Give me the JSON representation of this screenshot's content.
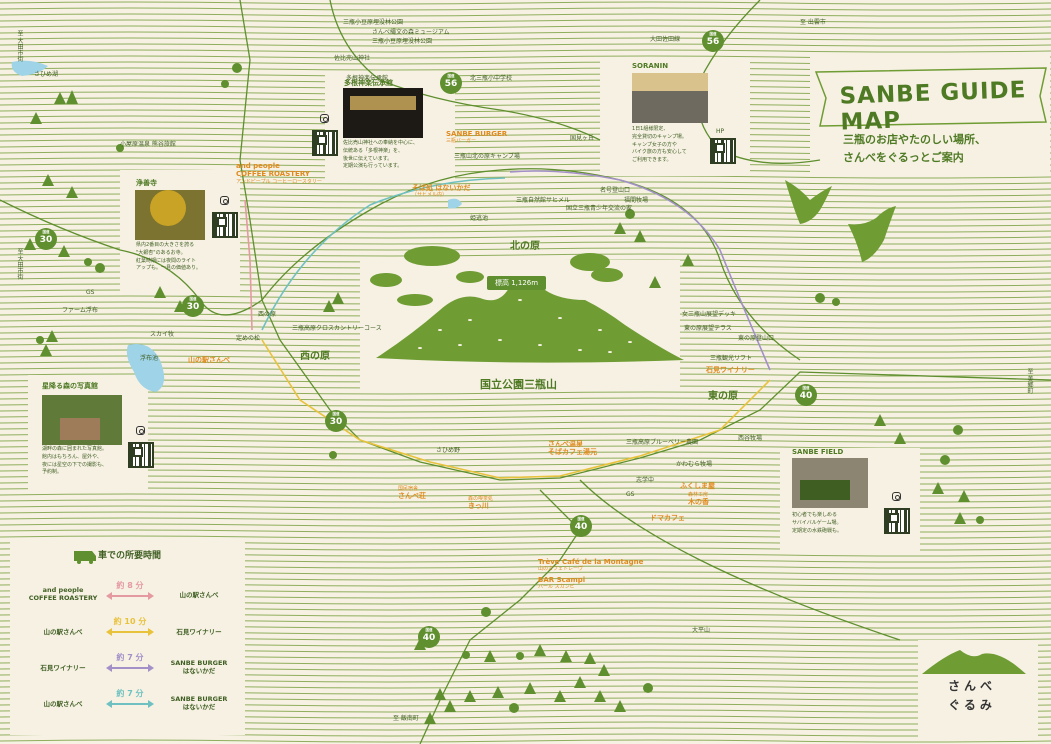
{
  "title": "SANBE GUIDE MAP",
  "subtitle": "三瓶のお店やたのしい場所、\nさんべをぐるっとご案内",
  "peak": {
    "label": "標高 1,126m"
  },
  "mountain_name": "国立公園三瓶山",
  "areas": {
    "north": "北の原",
    "west": "西の原",
    "east": "東の原"
  },
  "routes": [
    {
      "number": "56",
      "label": "大田佐田線"
    },
    {
      "number": "56",
      "label": ""
    },
    {
      "number": "30",
      "label": ""
    },
    {
      "number": "30",
      "label": ""
    },
    {
      "number": "30",
      "label": ""
    },
    {
      "number": "40",
      "label": ""
    },
    {
      "number": "40",
      "label": ""
    },
    {
      "number": "40",
      "label": ""
    }
  ],
  "directions": {
    "izumo": "至 出雲市",
    "oda_tl": "至 大田市街",
    "oda_l": "至 大田市街",
    "misato": "至 美郷町",
    "iinan": "至 飯南町"
  },
  "places": {
    "sanbe_burger": {
      "name": "SANBE BURGER",
      "sub": "三瓶バーガー"
    },
    "and_people": {
      "name": "and people\nCOFFEE ROASTERY",
      "sub": "アンドピープル コーヒーロースタリー"
    },
    "hanaikada": {
      "name": "そば処 はないかだ",
      "sub": "（サヒメル内）"
    },
    "michinoeki": {
      "name": "山の駅さんべ"
    },
    "iwami_winery": {
      "name": "石見ワイナリー"
    },
    "sanbe_onsen": {
      "name": "さんべ温泉\nそばカフェ湯元"
    },
    "fukushimaya": {
      "name": "ふくしま屋"
    },
    "kinoka": {
      "name": "木の香",
      "sub": "森林工房"
    },
    "domacafe": {
      "name": "ドマカフェ"
    },
    "kokorozashi": {
      "name": "さんべ荘",
      "sub": "国民宿舎"
    },
    "kissa": {
      "name": "きっ川",
      "sub": "森の喫茶処"
    },
    "treve": {
      "name": "Trève Café de la Montagne",
      "sub": "山のカフェトレーヴ"
    },
    "scampi": {
      "name": "BAR Scampi",
      "sub": "バール スカンピ"
    }
  },
  "landmarks": [
    "三瓶小豆原埋没林公園",
    "さんべ縄文の森ミュージアム",
    "三瓶小豆原埋没林公園",
    "三瓶山北の原キャンプ場",
    "三瓶自然館サヒメル",
    "国立三瓶青少年交流の家",
    "姫逃池",
    "名号登山口",
    "福間牧場",
    "西の原",
    "三瓶高原クロスカントリーコース",
    "定めの松",
    "東の原",
    "女三瓶山展望デッキ",
    "東の原展望テラス",
    "東の原登山口",
    "三瓶観光リフト",
    "三瓶高原ブルーベリー農園",
    "かわむら牧場",
    "西谷牧場",
    "大平山",
    "志学中",
    "GS",
    "ファーム浮布",
    "浮布池",
    "スカイ牧",
    "GS",
    "さひめ野",
    "多根神楽伝承館",
    "佐比売山神社",
    "三瓶小豆原埋没林公園",
    "小屋原温泉 熊谷旅館",
    "さひめ湖",
    "国見ヶ丘",
    "北三瓶小中学校"
  ],
  "photo_spots": [
    {
      "title": "多根神楽伝承館",
      "desc": "佐比売山神社への奉納を中心に、\n伝統ある「多根神楽」を、\n後世に伝えています。\n定期公演も行っています。"
    },
    {
      "title": "浄善寺",
      "desc": "県内2番目の大きさを誇る\n\"大銀杏\"のあるお寺。\n紅葉時期には夜間のライト\nアップも。一見の価値あり。"
    },
    {
      "title": "星降る森の写真館",
      "desc": "湖畔の森に囲まれた写真館。\n館内はもちろん、屋外や、\n夜には星空の下での撮影も、\n予約制。"
    },
    {
      "title": "SORANIN",
      "desc": "1日1組様限定、\n完全貸切のキャンプ場。\nキャンプ女子の方や\nバイク旅の方も安心して\nご利用できます。"
    },
    {
      "title": "SANBE FIELD",
      "desc": "初心者でも楽しめる\nサバイバルゲーム場。\n定期定の水鉄砲戦も。"
    }
  ],
  "hp_label": "HP",
  "legend": {
    "title": "車での所要時間",
    "rows": [
      {
        "from": "and people\nCOFFEE ROASTERY",
        "to": "山の駅さんべ",
        "time": "約 8 分",
        "color": "#e59aa2"
      },
      {
        "from": "山の駅さんべ",
        "to": "石見ワイナリー",
        "time": "約 10 分",
        "color": "#e9c23c"
      },
      {
        "from": "石見ワイナリー",
        "to": "SANBE BURGER\nはないかだ",
        "time": "約 7 分",
        "color": "#a390c9"
      },
      {
        "from": "山の駅さんべ",
        "to": "SANBE BURGER\nはないかだ",
        "time": "約 7 分",
        "color": "#6fc1c1"
      }
    ]
  },
  "logo": {
    "text": "さんべ\nぐるみ"
  },
  "colors": {
    "background": "#f6f1e3",
    "green": "#5f8f2e",
    "dark_green": "#3f5e22",
    "orange": "#e08a1e",
    "pink": "#e59aa2",
    "yellow": "#e9c23c",
    "purple": "#a390c9",
    "teal": "#6fc1c1"
  }
}
